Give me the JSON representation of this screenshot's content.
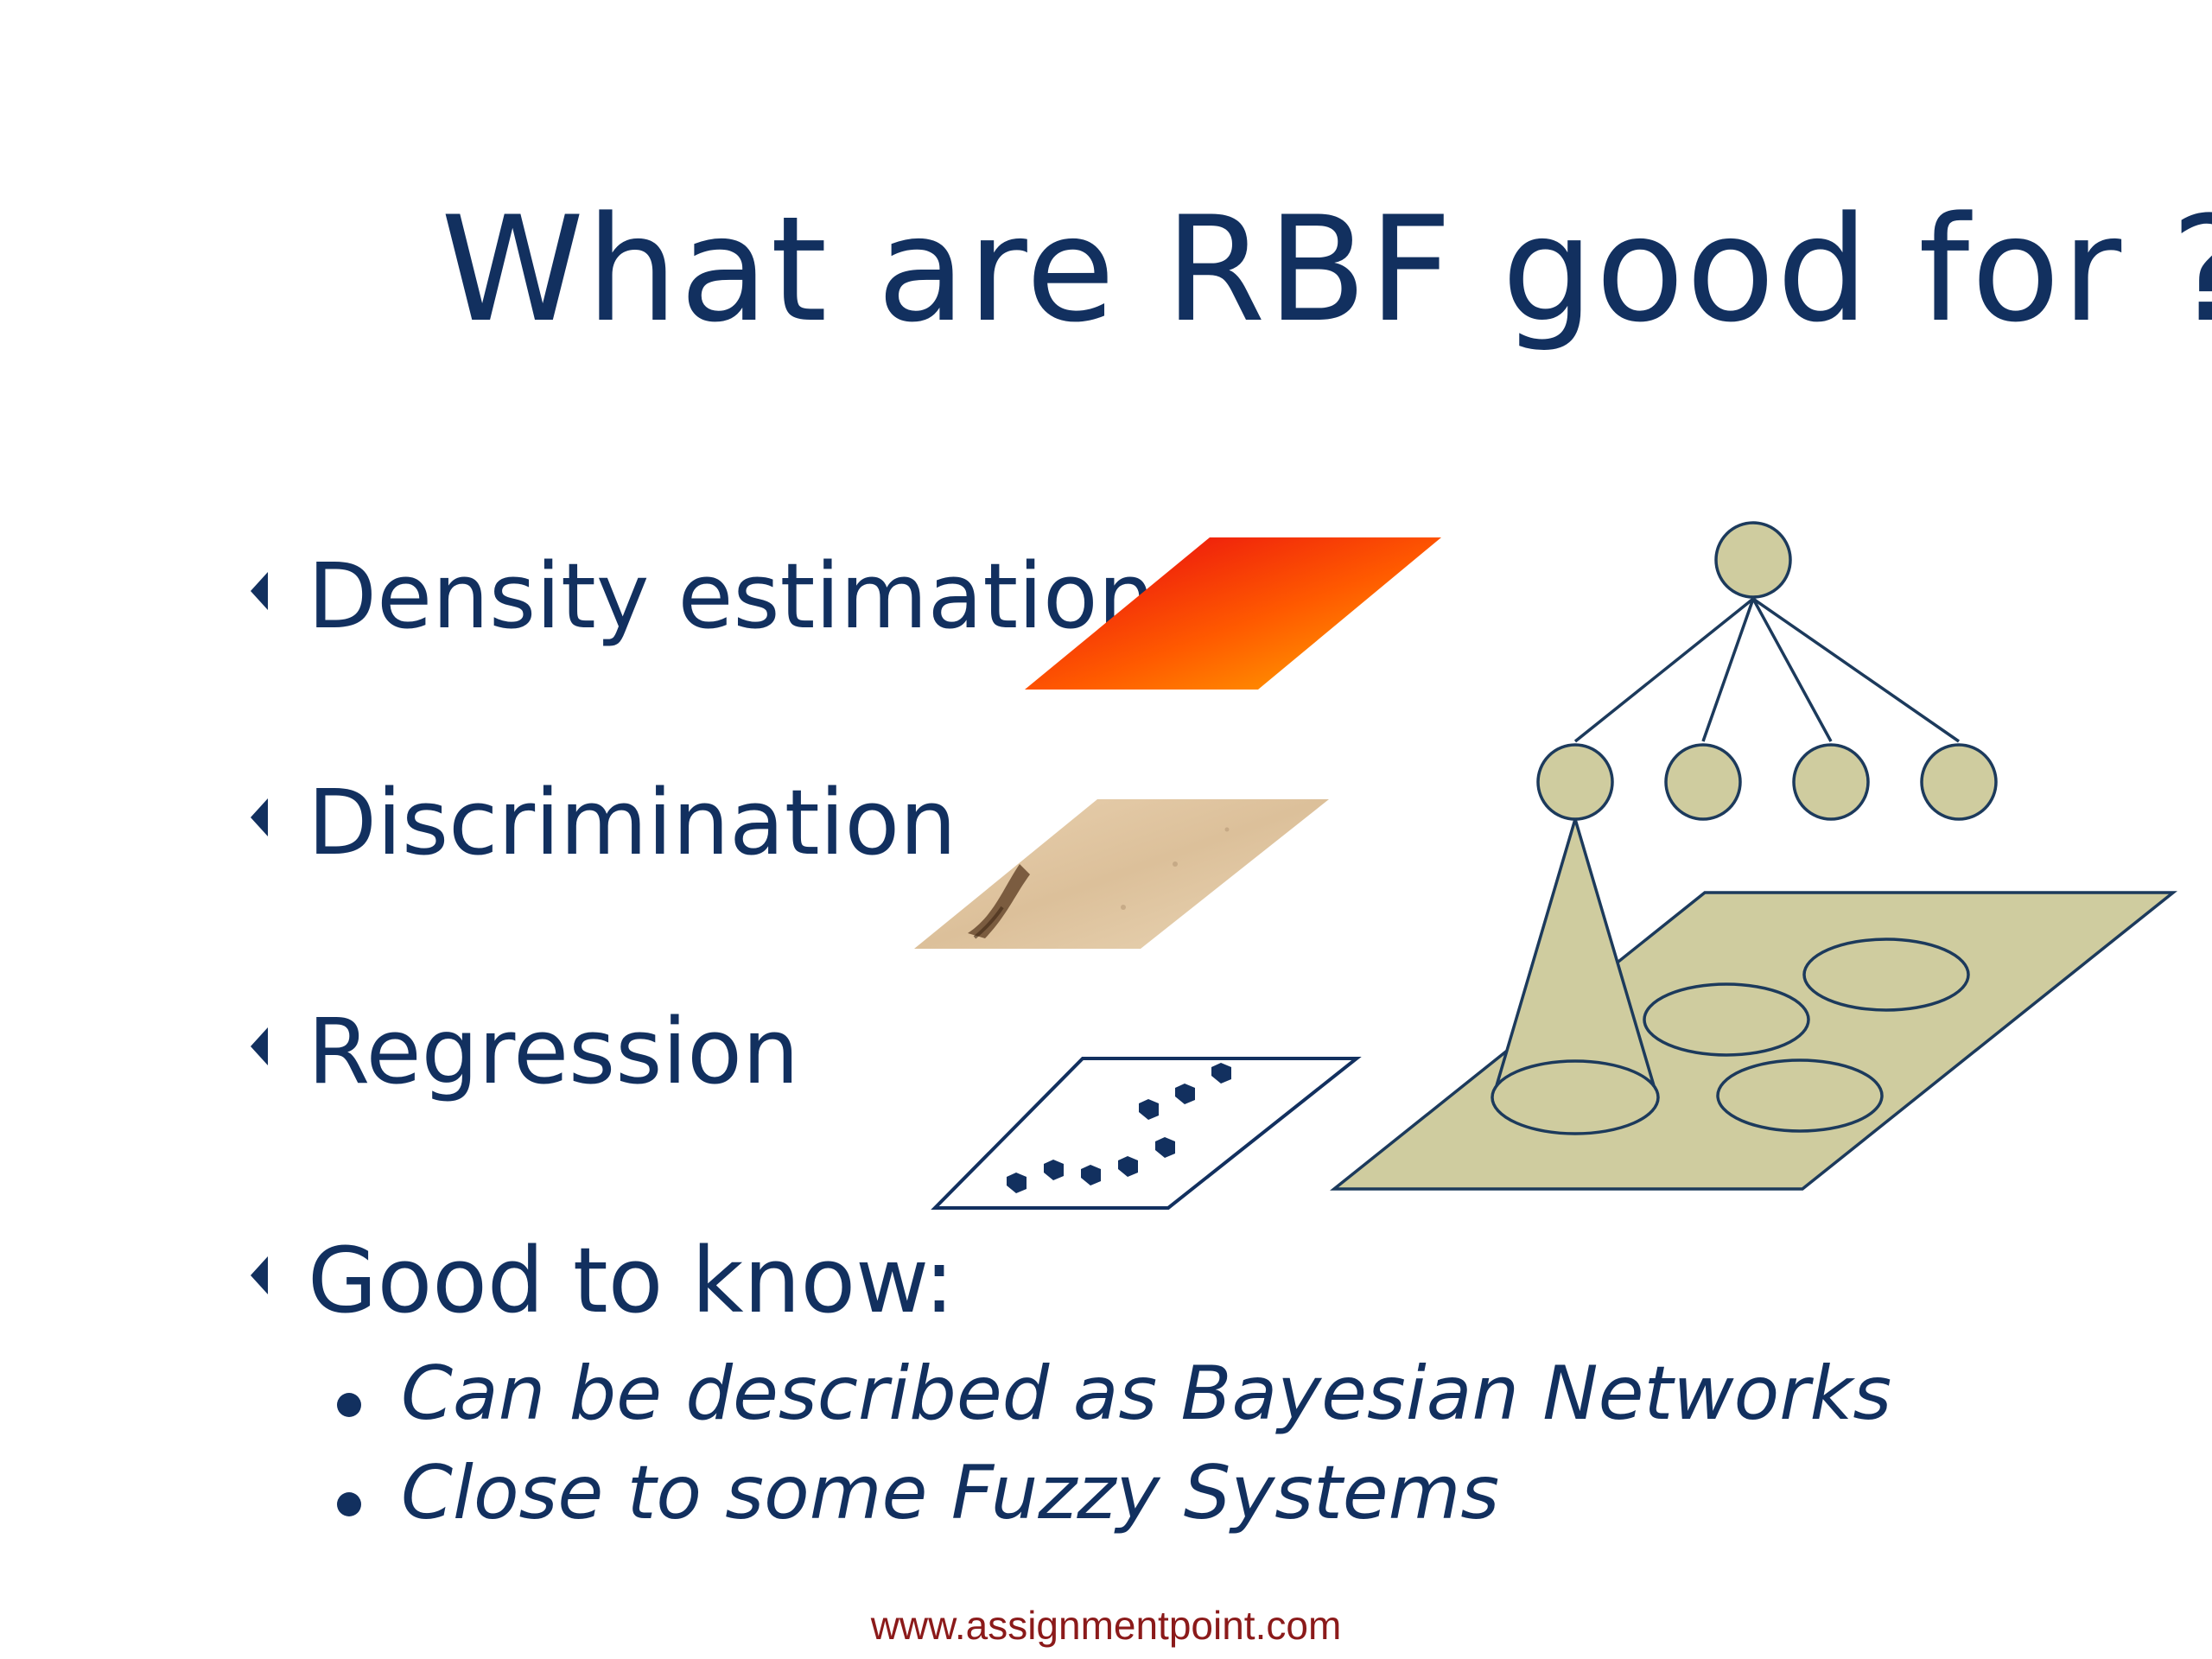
{
  "slide": {
    "title": "What are RBF good for ?",
    "bullets": [
      {
        "label": "Density estimation"
      },
      {
        "label": "Discrimination"
      },
      {
        "label": "Regression"
      },
      {
        "label": "Good to know:"
      }
    ],
    "sub_bullets": [
      {
        "label": "Can be described as Bayesian Networks"
      },
      {
        "label": "Close to some Fuzzy Systems"
      }
    ],
    "footer": "www.assignmentpoint.com"
  },
  "colors": {
    "text": "#12305f",
    "footer": "#8b1a1a",
    "network_fill": "#cfcc9f",
    "network_stroke": "#1c3a5c"
  },
  "icons": {
    "bullet": "triangle-bullet-icon",
    "sub_bullet": "dot-bullet-icon"
  }
}
